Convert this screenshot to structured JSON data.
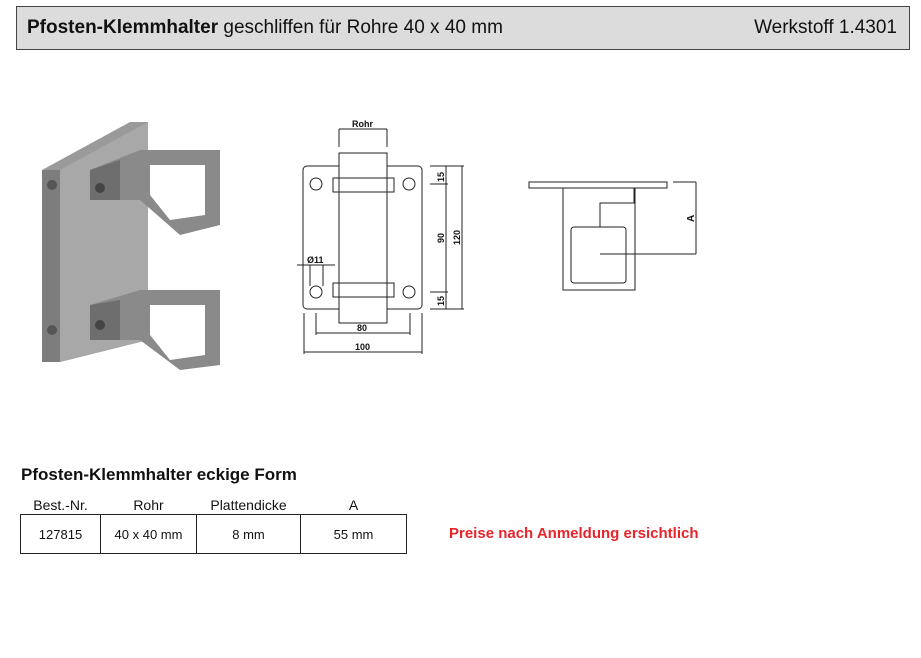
{
  "header": {
    "title_bold": "Pfosten-Klemmhalter",
    "title_rest": " geschliffen für Rohre 40 x 40 mm",
    "material": "Werkstoff 1.4301"
  },
  "drawing": {
    "rohr": "Rohr",
    "d15a": "15",
    "d90": "90",
    "d120": "120",
    "d15b": "15",
    "hole": "Ø11",
    "w80": "80",
    "w100": "100",
    "a": "A"
  },
  "section": {
    "title": "Pfosten-Klemmhalter eckige Form"
  },
  "table": {
    "headers": [
      "Best.-Nr.",
      "Rohr",
      "Plattendicke",
      "A"
    ],
    "rows": [
      [
        "127815",
        "40 x 40 mm",
        "8 mm",
        "55 mm"
      ]
    ]
  },
  "price_note": "Preise nach Anmeldung ersichtlich",
  "colors": {
    "header_bg": "#dcdcdc",
    "price": "#e8242a"
  }
}
